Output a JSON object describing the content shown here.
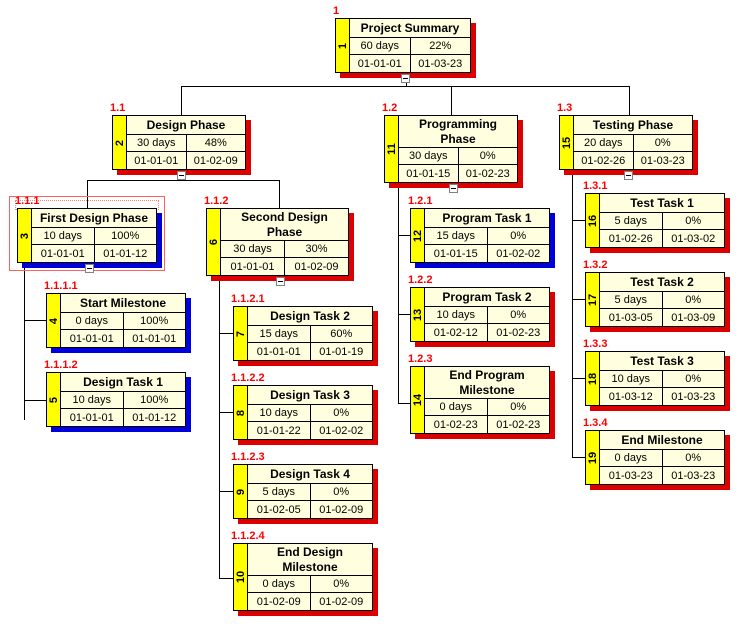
{
  "colors": {
    "shadow_red": "#dd0000",
    "shadow_blue": "#0000dd",
    "box_fill": "#ffffe0",
    "id_fill": "#ffff00",
    "wbs_text": "#ff0000"
  },
  "tasks": [
    {
      "wbs": "1",
      "id": "1",
      "name": "Project Summary",
      "duration": "60 days",
      "complete": "22%",
      "start": "01-01-01",
      "finish": "01-03-23",
      "shadow": "red",
      "collapse": true
    },
    {
      "wbs": "1.1",
      "id": "2",
      "name": "Design Phase",
      "duration": "30 days",
      "complete": "48%",
      "start": "01-01-01",
      "finish": "01-02-09",
      "shadow": "red",
      "collapse": true
    },
    {
      "wbs": "1.2",
      "id": "11",
      "name": "Programming Phase",
      "duration": "30 days",
      "complete": "0%",
      "start": "01-01-15",
      "finish": "01-02-23",
      "shadow": "red",
      "collapse": true
    },
    {
      "wbs": "1.3",
      "id": "15",
      "name": "Testing Phase",
      "duration": "20 days",
      "complete": "0%",
      "start": "01-02-26",
      "finish": "01-03-23",
      "shadow": "red",
      "collapse": true
    },
    {
      "wbs": "1.1.1",
      "id": "3",
      "name": "First Design Phase",
      "duration": "10 days",
      "complete": "100%",
      "start": "01-01-01",
      "finish": "01-01-12",
      "shadow": "blue",
      "collapse": true,
      "selected": true
    },
    {
      "wbs": "1.1.2",
      "id": "6",
      "name": "Second Design Phase",
      "duration": "30 days",
      "complete": "30%",
      "start": "01-01-01",
      "finish": "01-02-09",
      "shadow": "red",
      "collapse": true
    },
    {
      "wbs": "1.1.1.1",
      "id": "4",
      "name": "Start Milestone",
      "duration": "0 days",
      "complete": "100%",
      "start": "01-01-01",
      "finish": "01-01-01",
      "shadow": "blue"
    },
    {
      "wbs": "1.1.1.2",
      "id": "5",
      "name": "Design Task 1",
      "duration": "10 days",
      "complete": "100%",
      "start": "01-01-01",
      "finish": "01-01-12",
      "shadow": "blue"
    },
    {
      "wbs": "1.1.2.1",
      "id": "7",
      "name": "Design Task 2",
      "duration": "15 days",
      "complete": "60%",
      "start": "01-01-01",
      "finish": "01-01-19",
      "shadow": "red"
    },
    {
      "wbs": "1.1.2.2",
      "id": "8",
      "name": "Design Task 3",
      "duration": "10 days",
      "complete": "0%",
      "start": "01-01-22",
      "finish": "01-02-02",
      "shadow": "red"
    },
    {
      "wbs": "1.1.2.3",
      "id": "9",
      "name": "Design Task 4",
      "duration": "5 days",
      "complete": "0%",
      "start": "01-02-05",
      "finish": "01-02-09",
      "shadow": "red"
    },
    {
      "wbs": "1.1.2.4",
      "id": "10",
      "name": "End Design Milestone",
      "duration": "0 days",
      "complete": "0%",
      "start": "01-02-09",
      "finish": "01-02-09",
      "shadow": "red"
    },
    {
      "wbs": "1.2.1",
      "id": "12",
      "name": "Program Task 1",
      "duration": "15 days",
      "complete": "0%",
      "start": "01-01-15",
      "finish": "01-02-02",
      "shadow": "blue"
    },
    {
      "wbs": "1.2.2",
      "id": "13",
      "name": "Program Task 2",
      "duration": "10 days",
      "complete": "0%",
      "start": "01-02-12",
      "finish": "01-02-23",
      "shadow": "red"
    },
    {
      "wbs": "1.2.3",
      "id": "14",
      "name": "End Program Milestone",
      "duration": "0 days",
      "complete": "0%",
      "start": "01-02-23",
      "finish": "01-02-23",
      "shadow": "red"
    },
    {
      "wbs": "1.3.1",
      "id": "16",
      "name": "Test Task 1",
      "duration": "5 days",
      "complete": "0%",
      "start": "01-02-26",
      "finish": "01-03-02",
      "shadow": "red"
    },
    {
      "wbs": "1.3.2",
      "id": "17",
      "name": "Test Task 2",
      "duration": "5 days",
      "complete": "0%",
      "start": "01-03-05",
      "finish": "01-03-09",
      "shadow": "red"
    },
    {
      "wbs": "1.3.3",
      "id": "18",
      "name": "Test Task 3",
      "duration": "10 days",
      "complete": "0%",
      "start": "01-03-12",
      "finish": "01-03-23",
      "shadow": "red"
    },
    {
      "wbs": "1.3.4",
      "id": "19",
      "name": "End Milestone",
      "duration": "0 days",
      "complete": "0%",
      "start": "01-03-23",
      "finish": "01-03-23",
      "shadow": "red"
    }
  ]
}
